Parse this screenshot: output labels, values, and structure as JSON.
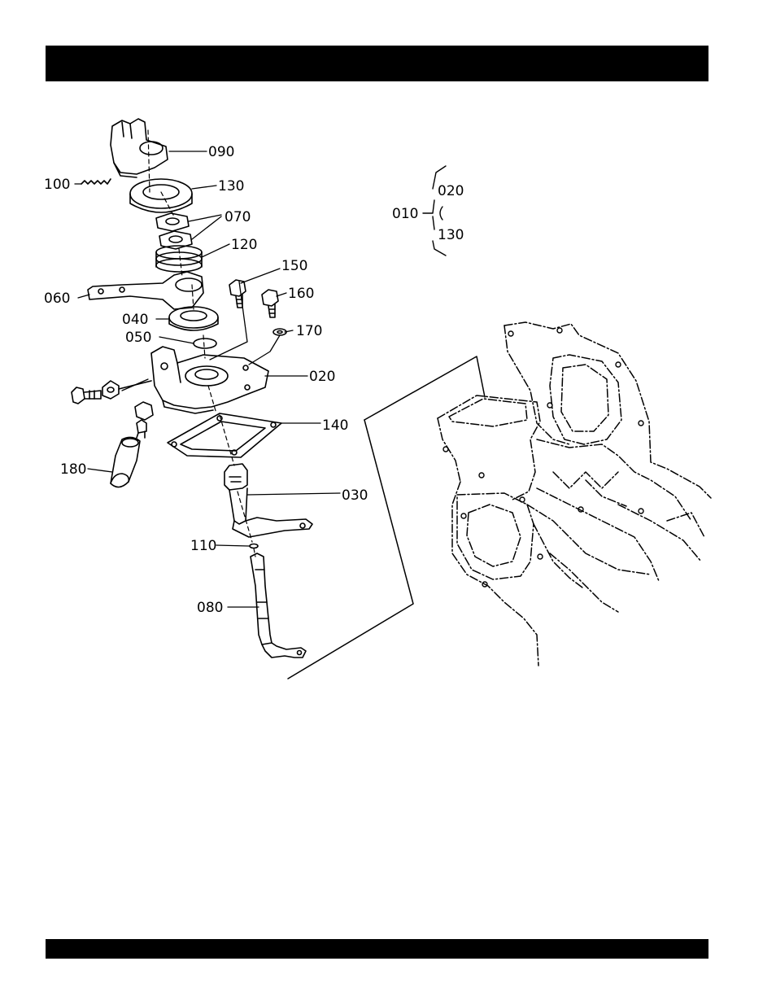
{
  "header_bar": {
    "text": ""
  },
  "footer_bar": {
    "text": ""
  },
  "diagram": {
    "part_labels": [
      {
        "id": "090",
        "text": "090"
      },
      {
        "id": "100",
        "text": "100"
      },
      {
        "id": "130",
        "text": "130"
      },
      {
        "id": "070",
        "text": "070"
      },
      {
        "id": "120",
        "text": "120"
      },
      {
        "id": "150",
        "text": "150"
      },
      {
        "id": "160",
        "text": "160"
      },
      {
        "id": "060",
        "text": "060"
      },
      {
        "id": "040",
        "text": "040"
      },
      {
        "id": "050",
        "text": "050"
      },
      {
        "id": "170",
        "text": "170"
      },
      {
        "id": "020",
        "text": "020"
      },
      {
        "id": "140",
        "text": "140"
      },
      {
        "id": "180",
        "text": "180"
      },
      {
        "id": "030",
        "text": "030"
      },
      {
        "id": "110",
        "text": "110"
      },
      {
        "id": "080",
        "text": "080"
      }
    ],
    "assembly_group": {
      "parent": "010",
      "range_start": "020",
      "range_end": "130",
      "range_symbol": "~"
    }
  }
}
